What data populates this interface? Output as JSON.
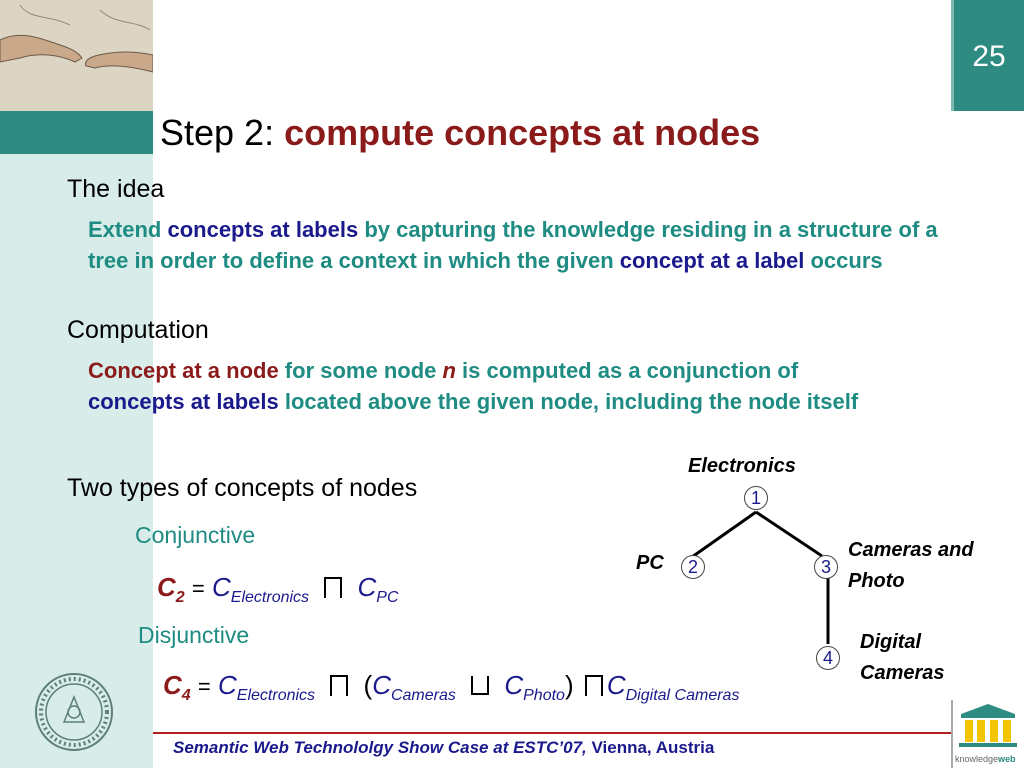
{
  "slide_number": "25",
  "title": {
    "lead": "Step 2:",
    "accent": "compute concepts at nodes"
  },
  "idea": {
    "heading": "The idea",
    "t1": "Extend ",
    "t2": "concepts at labels",
    "t3": " by capturing the knowledge residing in a structure of a tree in order to define a context in which the given ",
    "t4": "concept at a label",
    "t5": " occurs"
  },
  "computation": {
    "heading": "Computation",
    "t1": "Concept at a node",
    "t2": " for some node ",
    "t3": "n",
    "t4": " is computed as a conjunction of ",
    "t5": "concepts at labels",
    "t6": " located above the given node, including the node itself"
  },
  "types_heading": "Two types of concepts of nodes",
  "conjunctive": {
    "label": "Conjunctive",
    "lhs": "C",
    "lhs_sub": "2",
    "eq": "=",
    "a": "C",
    "a_sub": "Electronics",
    "b": "C",
    "b_sub": "PC"
  },
  "disjunctive": {
    "label": "Disjunctive",
    "lhs": "C",
    "lhs_sub": "4",
    "eq": "=",
    "a": "C",
    "a_sub": "Electronics",
    "open": "(",
    "b": "C",
    "b_sub": "Cameras",
    "c": "C",
    "c_sub": "Photo",
    "close": ")",
    "d": "C",
    "d_sub": "Digital Cameras"
  },
  "tree": {
    "nodes": [
      {
        "num": "1",
        "label": "Electronics"
      },
      {
        "num": "2",
        "label": "PC"
      },
      {
        "num": "3",
        "label_line1": "Cameras and",
        "label_line2": "Photo"
      },
      {
        "num": "4",
        "label_line1": "Digital",
        "label_line2": "Cameras"
      }
    ]
  },
  "footer": {
    "italic": "Semantic Web Technololgy Show Case at ESTC’07,",
    "plain": " Vienna, Austria"
  },
  "logo": {
    "text_a": "knowledge",
    "text_b": "web"
  },
  "colors": {
    "teal": "#1e8c82",
    "navy": "#1a1a8c",
    "maroon": "#8b1a1a",
    "band": "#d8ecea"
  }
}
